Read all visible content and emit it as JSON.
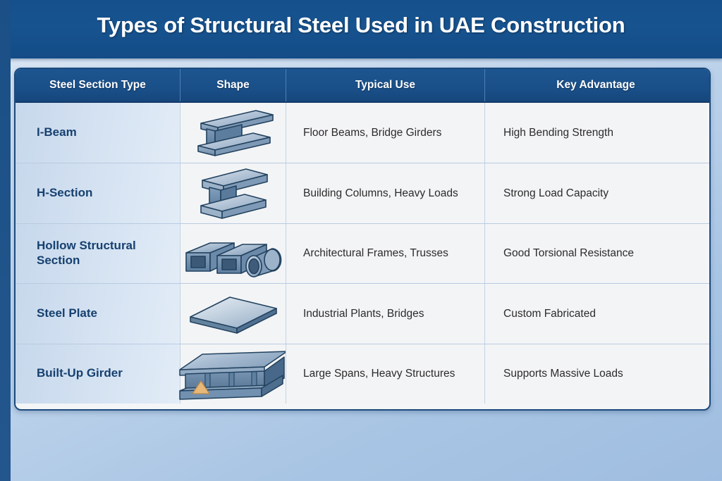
{
  "banner": {
    "title": "Types of Structural Steel Used in UAE Construction",
    "background_color": "#16508C",
    "text_color": "#FFFFFF"
  },
  "theme": {
    "header_blue": "#1A5089",
    "card_border": "#1B4A7D",
    "name_column_text": "#16406F",
    "body_text": "#2B2B2B",
    "page_background_top": "#DCE7F4",
    "page_background_bottom": "#9FBDE0",
    "steel_light": "#C5D2E0",
    "steel_mid": "#6E8CAD",
    "steel_dark": "#44617F",
    "steel_outline": "#22425F",
    "gusset_accent": "#E8B879"
  },
  "table": {
    "columns": [
      {
        "key": "name",
        "label": "Steel Section Type"
      },
      {
        "key": "shape",
        "label": "Shape"
      },
      {
        "key": "use",
        "label": "Typical Use"
      },
      {
        "key": "advantage",
        "label": "Key Advantage"
      }
    ],
    "rows": [
      {
        "name": "I-Beam",
        "shape_icon": "i-beam-shape-icon",
        "use": "Floor Beams, Bridge Girders",
        "advantage": "High Bending Strength"
      },
      {
        "name": "H-Section",
        "shape_icon": "h-section-shape-icon",
        "use": "Building Columns, Heavy Loads",
        "advantage": "Strong Load Capacity"
      },
      {
        "name": "Hollow Structural Section",
        "shape_icon": "hollow-structural-section-shape-icon",
        "use": "Architectural Frames, Trusses",
        "advantage": "Good Torsional Resistance"
      },
      {
        "name": "Steel Plate",
        "shape_icon": "steel-plate-shape-icon",
        "use": "Industrial Plants, Bridges",
        "advantage": "Custom Fabricated"
      },
      {
        "name": "Built-Up Girder",
        "shape_icon": "built-up-girder-shape-icon",
        "use": "Large Spans, Heavy Structures",
        "advantage": "Supports Massive Loads"
      }
    ]
  }
}
